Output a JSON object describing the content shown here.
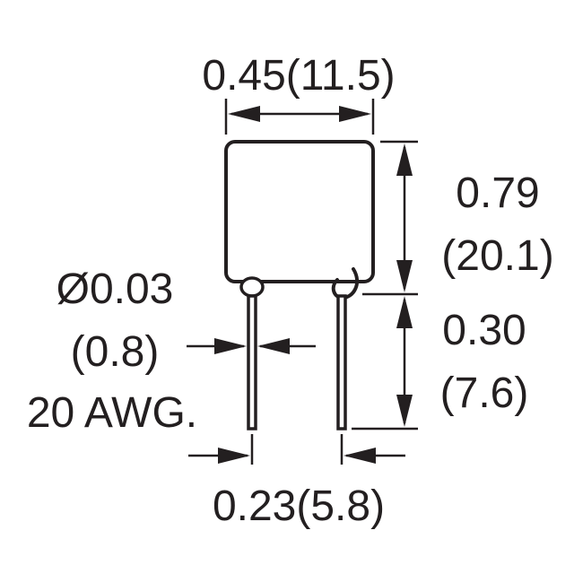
{
  "dimensions": {
    "width": "0.45(11.5)",
    "body_height_in": "0.79",
    "body_height_mm": "(20.1)",
    "lead_length_in": "0.30",
    "lead_length_mm": "(7.6)",
    "lead_diameter_in": "Ø0.03",
    "lead_diameter_mm": "(0.8)",
    "lead_gauge": "20 AWG.",
    "lead_spacing": "0.23(5.8)"
  },
  "colors": {
    "ink": "#231f20",
    "background": "#ffffff"
  }
}
